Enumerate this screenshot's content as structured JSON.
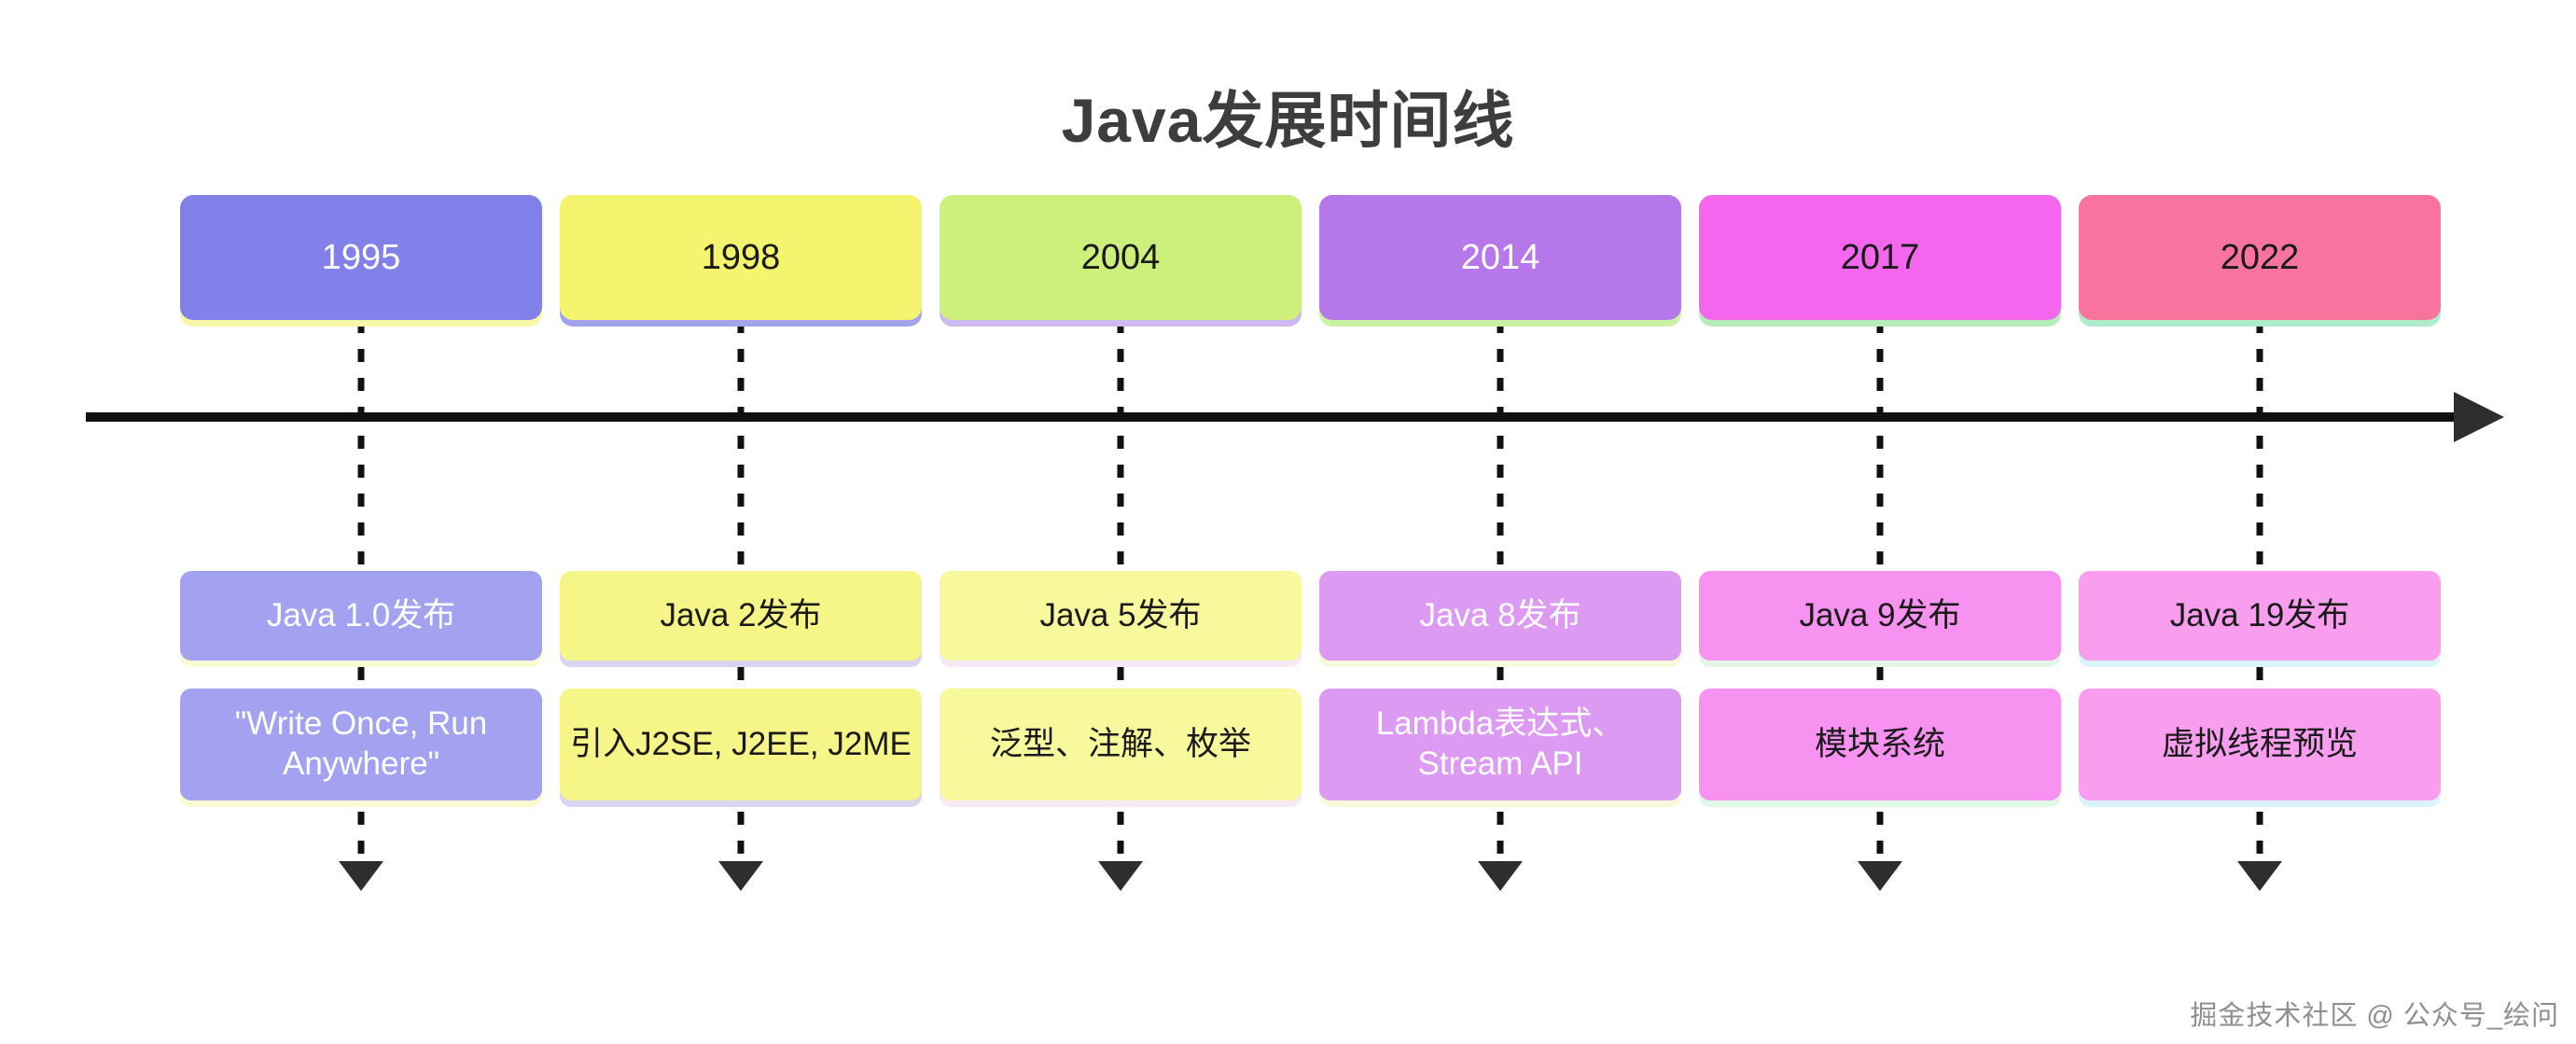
{
  "title": "Java发展时间线",
  "watermark": "掘金技术社区 @ 公众号_绘问",
  "axis": {
    "color": "#101010",
    "direction": "right-arrow"
  },
  "connector": {
    "style": "dashed",
    "color": "#111111",
    "end": "down-arrow"
  },
  "columns": [
    {
      "year": "1995",
      "events": [
        "Java 1.0发布",
        "\"Write Once, Run Anywhere\""
      ],
      "colors": {
        "year_bg": "#8280e9",
        "event_bg": "#a3a2f1",
        "text": "#ffffff",
        "year_shadow": "#f7f7a8",
        "event_shadow": "#fafbd2"
      }
    },
    {
      "year": "1998",
      "events": [
        "Java 2发布",
        "引入J2SE, J2EE, J2ME"
      ],
      "colors": {
        "year_bg": "#f4f46e",
        "event_bg": "#f6f688",
        "text": "#1a1a1a",
        "year_shadow": "#a3a3ec",
        "event_shadow": "#dad4f3"
      }
    },
    {
      "year": "2004",
      "events": [
        "Java 5发布",
        "泛型、注解、枚举"
      ],
      "colors": {
        "year_bg": "#cdf07d",
        "event_bg": "#f8f89d",
        "text": "#1a1a1a",
        "year_shadow": "#cfb9f2",
        "event_shadow": "#f6eaf6"
      }
    },
    {
      "year": "2014",
      "events": [
        "Java 8发布",
        "Lambda表达式、Stream API"
      ],
      "colors": {
        "year_bg": "#b577e9",
        "event_bg": "#dd9af3",
        "text": "#ffffff",
        "year_shadow": "#c9f2a2",
        "event_shadow": "#f8f8da"
      }
    },
    {
      "year": "2017",
      "events": [
        "Java 9发布",
        "模块系统"
      ],
      "colors": {
        "year_bg": "#f566ee",
        "event_bg": "#f892f1",
        "text": "#1a1a1a",
        "year_shadow": "#b6eeba",
        "event_shadow": "#e2f8e6"
      }
    },
    {
      "year": "2022",
      "events": [
        "Java 19发布",
        "虚拟线程预览"
      ],
      "colors": {
        "year_bg": "#f9739f",
        "event_bg": "#f99dee",
        "text": "#1a1a1a",
        "year_shadow": "#aeeccc",
        "event_shadow": "#dbf3fb"
      }
    }
  ]
}
